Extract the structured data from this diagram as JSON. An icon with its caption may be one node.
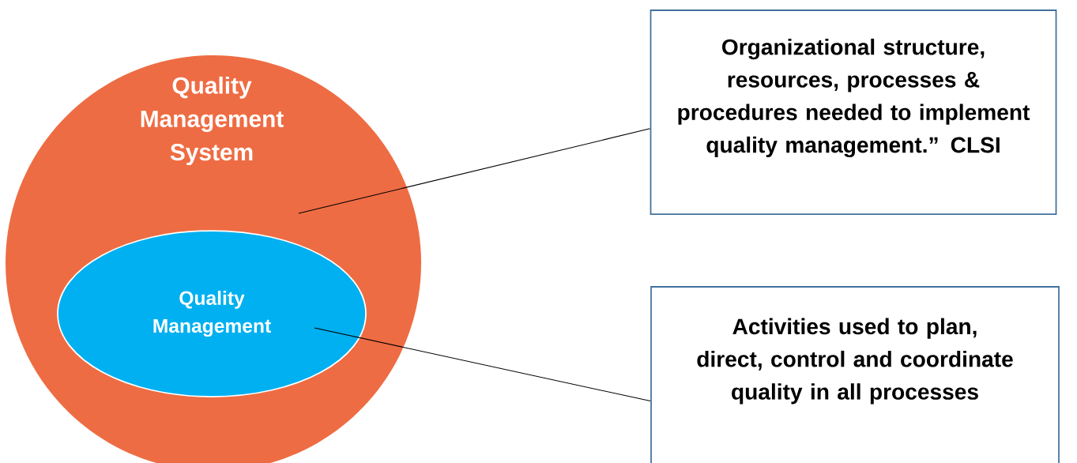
{
  "diagram": {
    "nodes": [
      {
        "text": [
          "Quality Management System"
        ]
      },
      {
        "text": [
          "Quality Management"
        ],
        "in": 0
      },
      {
        "text": [
          "Organizational structure, resources, processes & procedures needed to implement quality management.”  CLSI"
        ]
      },
      {
        "text": [
          "Activities used to plan, direct, control and coordinate quality in all processes"
        ]
      }
    ],
    "edges": [
      {
        "from": 2,
        "to": 0,
        "arrow": "none"
      },
      {
        "from": 3,
        "to": 1,
        "arrow": "none"
      }
    ]
  }
}
